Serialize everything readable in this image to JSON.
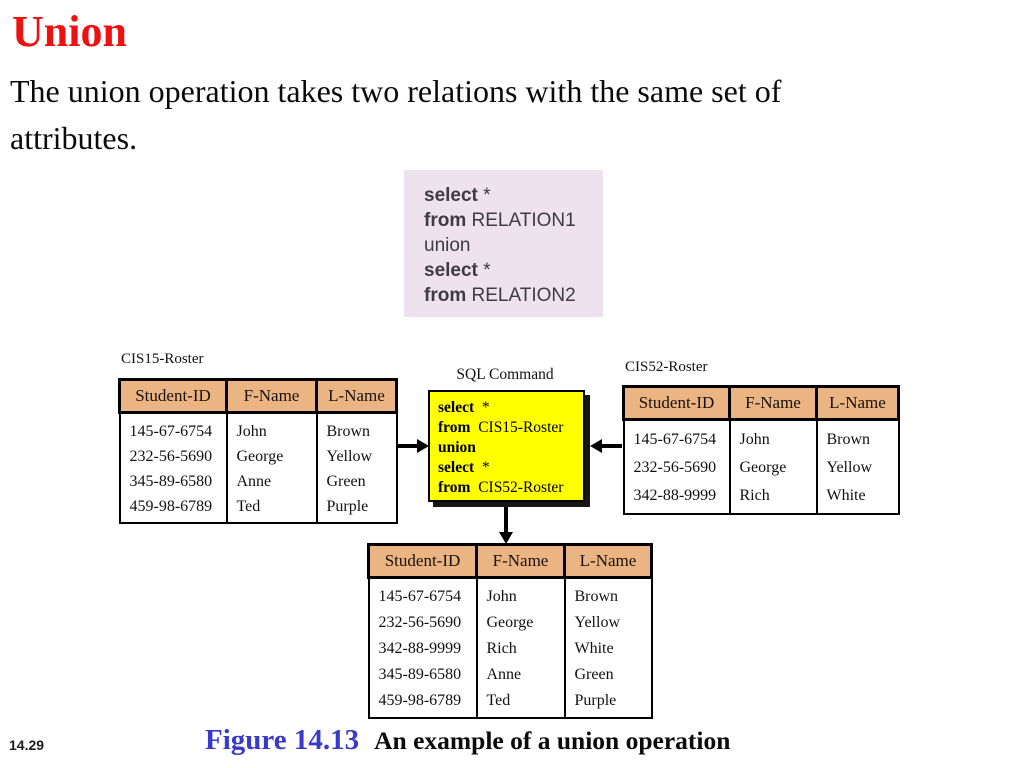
{
  "slide": {
    "title": "Union",
    "body_lines": [
      "The union operation takes two relations with the same set of",
      "attributes."
    ],
    "page_number": "14.29",
    "caption": {
      "figure_label": "Figure 14.13",
      "text": "An example of a union operation"
    }
  },
  "colors": {
    "title_red": "#ee1111",
    "caption_blue": "#3a3ac8",
    "table_header_tan": "#eab583",
    "code_box_bg": "#ede2ed",
    "sql_box_yellow": "#ffff00"
  },
  "code_box": {
    "lines": [
      {
        "kw": "select",
        "rest": " *",
        "kw_bold": true
      },
      {
        "kw": "from",
        "rest": " RELATION1",
        "kw_bold": true
      },
      {
        "kw": "union",
        "rest": "",
        "kw_bold": false
      },
      {
        "kw": "select",
        "rest": " *",
        "kw_bold": true
      },
      {
        "kw": "from",
        "rest": " RELATION2",
        "kw_bold": true
      }
    ]
  },
  "diagram": {
    "sql_command": {
      "label": "SQL Command",
      "lines": [
        {
          "kw": "select",
          "rest": "  *",
          "kw_bold": true
        },
        {
          "kw": "from",
          "rest": "  CIS15-Roster",
          "kw_bold": true
        },
        {
          "kw": "union",
          "rest": "",
          "kw_bold": true
        },
        {
          "kw": "select",
          "rest": "  *",
          "kw_bold": true
        },
        {
          "kw": "from",
          "rest": "  CIS52-Roster",
          "kw_bold": true
        }
      ]
    },
    "left_table": {
      "title": "CIS15-Roster",
      "columns": [
        "Student-ID",
        "F-Name",
        "L-Name"
      ],
      "rows": [
        [
          "145-67-6754",
          "John",
          "Brown"
        ],
        [
          "232-56-5690",
          "George",
          "Yellow"
        ],
        [
          "345-89-6580",
          "Anne",
          "Green"
        ],
        [
          "459-98-6789",
          "Ted",
          "Purple"
        ]
      ]
    },
    "right_table": {
      "title": "CIS52-Roster",
      "columns": [
        "Student-ID",
        "F-Name",
        "L-Name"
      ],
      "rows": [
        [
          "145-67-6754",
          "John",
          "Brown"
        ],
        [
          "232-56-5690",
          "George",
          "Yellow"
        ],
        [
          "342-88-9999",
          "Rich",
          "White"
        ]
      ]
    },
    "result_table": {
      "columns": [
        "Student-ID",
        "F-Name",
        "L-Name"
      ],
      "rows": [
        [
          "145-67-6754",
          "John",
          "Brown"
        ],
        [
          "232-56-5690",
          "George",
          "Yellow"
        ],
        [
          "342-88-9999",
          "Rich",
          "White"
        ],
        [
          "345-89-6580",
          "Anne",
          "Green"
        ],
        [
          "459-98-6789",
          "Ted",
          "Purple"
        ]
      ]
    }
  }
}
